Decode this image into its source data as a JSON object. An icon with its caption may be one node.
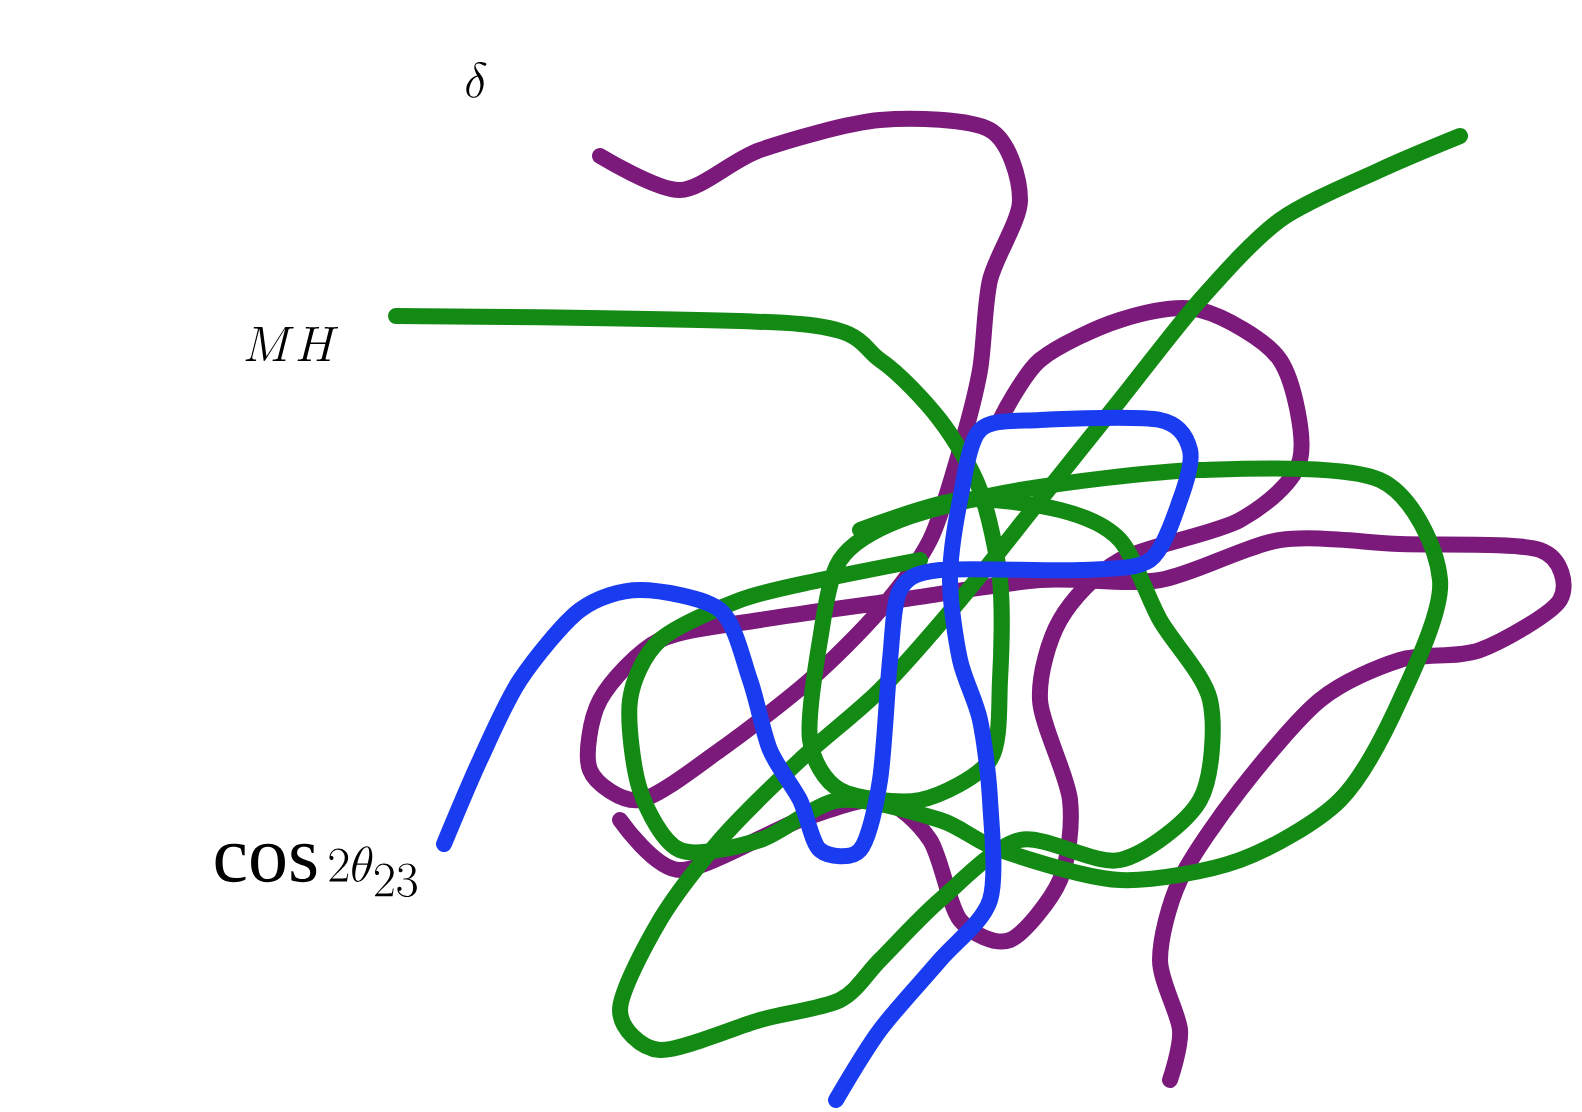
{
  "diagram": {
    "labels": [
      "\\delta",
      "MH",
      "\\cos 2\\theta_{23}"
    ]
  }
}
